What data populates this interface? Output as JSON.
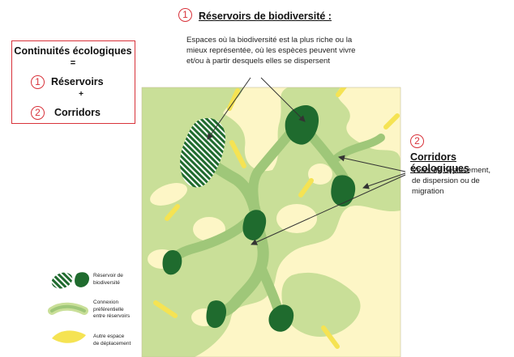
{
  "summary": {
    "title": "Continuités écologiques",
    "equals": "=",
    "item1_num": "1",
    "item1_label": "Réservoirs",
    "plus": "+",
    "item2_num": "2",
    "item2_label": "Corridors"
  },
  "reservoirs": {
    "num": "1",
    "title": "Réservoirs de biodiversité :",
    "description_lines": [
      "Espaces où la biodiversité est la plus riche ou la",
      "mieux représentée, où les espèces peuvent vivre",
      "et/ou à partir desquels elles se dispersent"
    ]
  },
  "corridors": {
    "num": "2",
    "title": "Corridors écologiques",
    "description_lines": [
      "Voies de déplacement,",
      "de dispersion ou de",
      "migration"
    ]
  },
  "legend": {
    "reservoir_lines": [
      "Réservoir de",
      "biodiversité"
    ],
    "connexion_lines": [
      "Connexion",
      "préférentielle",
      "entre réservoirs"
    ],
    "autre_lines": [
      "Autre espace",
      "de déplacement"
    ]
  },
  "colors": {
    "accent_red": "#d8323a",
    "background_yellow": "#fdf6c6",
    "zone_light_green": "#c6dd93",
    "corridor_green": "#9fc779",
    "reservoir_dark_green": "#1f6b2e",
    "yellow_strip": "#f5e353"
  }
}
